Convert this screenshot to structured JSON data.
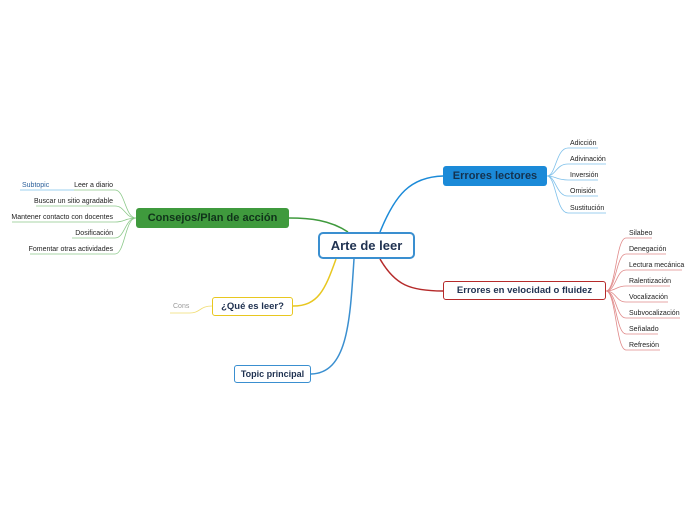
{
  "map": {
    "central": "Arte de leer",
    "errores_lectores": {
      "title": "Errores lectores",
      "color": "#1b8ad8",
      "items": [
        "Adicción",
        "Adivinación",
        "Inversión",
        "Omisión",
        "Sustitución"
      ]
    },
    "errores_velocidad": {
      "title": "Errores en velocidad o fluidez",
      "color": "#b52a2a",
      "items": [
        "Silabeo",
        "Denegación",
        "Lectura mecánica",
        "Ralentización",
        "Vocalización",
        "Subvocalización",
        "Señalado",
        "Refresión"
      ]
    },
    "consejos": {
      "title": "Consejos/Plan de acción",
      "color": "#3f9a3d",
      "items": [
        "Leer a diario",
        "Buscar un sitio agradable",
        "Mantener contacto con docentes",
        "Dosificación",
        "Fomentar otras actividades"
      ],
      "subtopic": "Subtopic"
    },
    "que_es_leer": {
      "title": "¿Qué es leer?",
      "color": "#e8c720",
      "items": [
        "Cons"
      ]
    },
    "topic_principal": {
      "title": "Topic principal",
      "color": "#3a8fd0"
    }
  }
}
